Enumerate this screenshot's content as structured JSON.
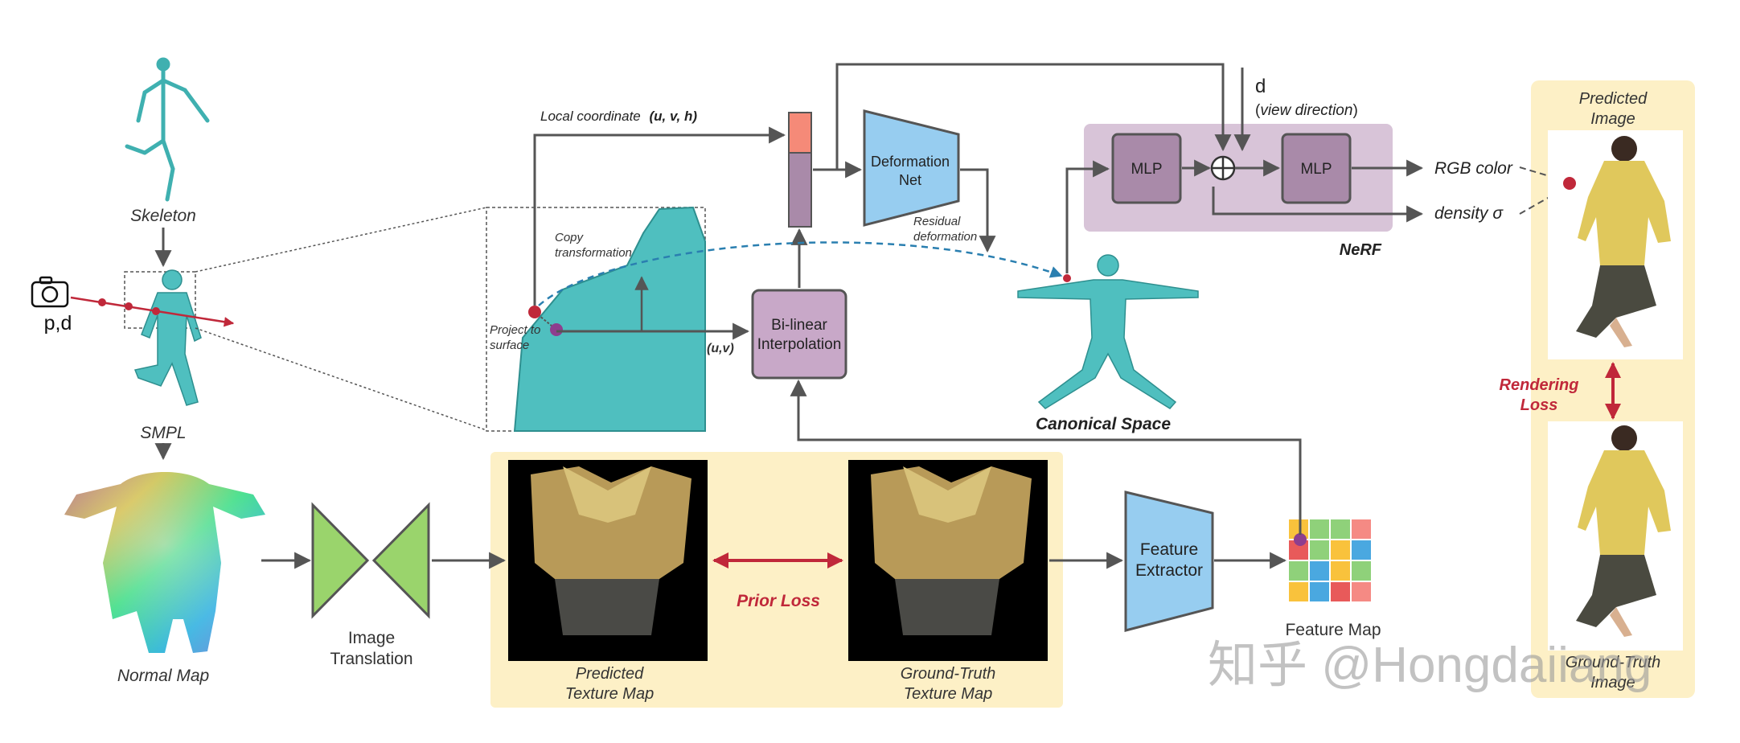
{
  "labels": {
    "skeleton": "Skeleton",
    "smpl": "SMPL",
    "camera": "p,d",
    "normal_map": "Normal Map",
    "image_translation_1": "Image",
    "image_translation_2": "Translation",
    "local_coord_prefix": "Local coordinate",
    "local_coord_vars": "(u, v, h)",
    "copy_transform_1": "Copy",
    "copy_transform_2": "transformation",
    "project_1": "Project to",
    "project_2": "surface",
    "uv": "(u,v)",
    "bilinear_1": "Bi-linear",
    "bilinear_2": "Interpolation",
    "deform_1": "Deformation",
    "deform_2": "Net",
    "residual_1": "Residual",
    "residual_2": "deformation",
    "canonical": "Canonical Space",
    "d": "d",
    "view_dir_open": "(",
    "view_dir_text": "view direction",
    "view_dir_close": ")",
    "mlp1": "MLP",
    "mlp2": "MLP",
    "nerf": "NeRF",
    "rgb": "RGB color",
    "density": "density σ",
    "pred_image_1": "Predicted",
    "pred_image_2": "Image",
    "rendering_loss_1": "Rendering",
    "rendering_loss_2": "Loss",
    "gt_image_1": "Ground-Truth",
    "gt_image_2": "Image",
    "pred_tex_1": "Predicted",
    "pred_tex_2": "Texture Map",
    "prior_loss": "Prior Loss",
    "gt_tex_1": "Ground-Truth",
    "gt_tex_2": "Texture Map",
    "feature_extractor_1": "Feature",
    "feature_extractor_2": "Extractor",
    "feature_map": "Feature Map",
    "watermark": "知乎 @Hongdaiiang"
  },
  "colors": {
    "arrow": "#555555",
    "red": "#c0283a",
    "purple_box": "#c8a8c8",
    "purple_bg": "#d8c4d8",
    "blue_box": "#97cdf0",
    "green": "#9ad46c",
    "yellow_bg": "#fdf0c6",
    "teal_body": "#4fbfbf"
  },
  "feature_map_cells": [
    [
      "#f9c23c",
      "#8fd17a",
      "#8fd17a",
      "#f58a84"
    ],
    [
      "#e85a5a",
      "#8fd17a",
      "#f9c23c",
      "#4aa8e0"
    ],
    [
      "#8fd17a",
      "#4aa8e0",
      "#f9c23c",
      "#8fd17a"
    ],
    [
      "#f9c23c",
      "#4aa8e0",
      "#e85a5a",
      "#f58a84"
    ]
  ]
}
